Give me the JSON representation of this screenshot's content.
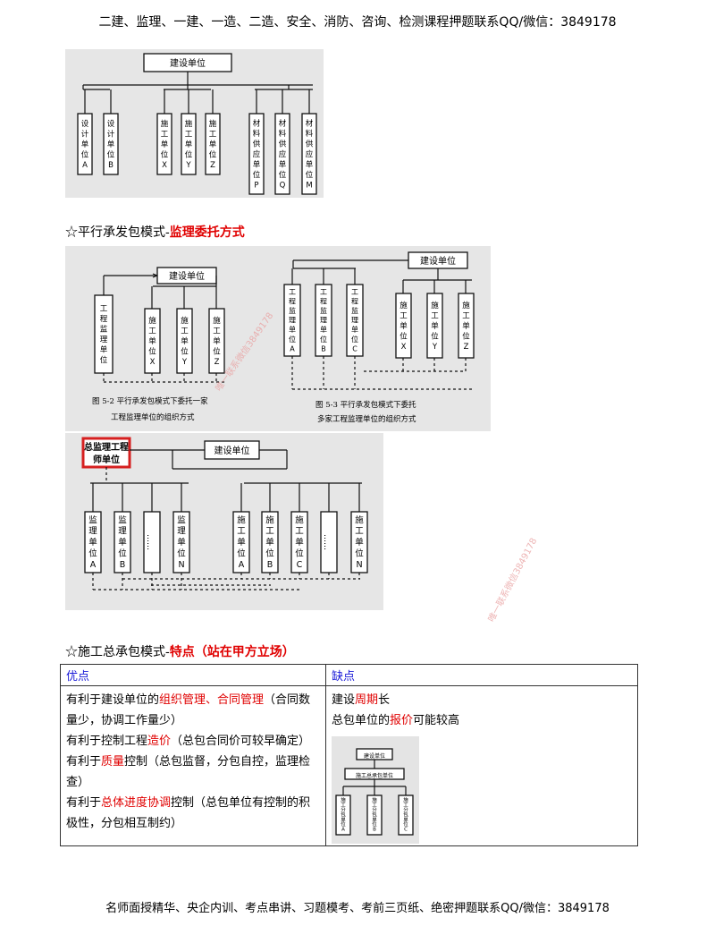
{
  "header": "二建、监理、一建、一造、二造、安全、消防、咨询、检测课程押题联系QQ/微信：3849178",
  "footer": "名师面授精华、央企内训、考点串讲、习题模考、考前三页纸、绝密押题联系QQ/微信：3849178",
  "fig1": {
    "owner": "建设单位",
    "units": [
      "设计单位A",
      "设计单位B",
      "施工单位X",
      "施工单位Y",
      "施工单位Z",
      "材料供应单位P",
      "材料供应单位Q",
      "材料供应单位M"
    ]
  },
  "heading1": {
    "prefix": "☆平行承发包模式-",
    "highlight": "监理委托方式"
  },
  "fig2": {
    "owner": "建设单位",
    "supervisor": "工程监理单位",
    "contractors": [
      "施工单位X",
      "施工单位Y",
      "施工单位Z"
    ],
    "caption_line1": "图 5-2   平行承发包模式下委托一家",
    "caption_line2": "工程监理单位的组织方式"
  },
  "fig3": {
    "owner": "建设单位",
    "supervisors": [
      "工程监理单位A",
      "工程监理单位B",
      "工程监理单位C"
    ],
    "contractors": [
      "施工单位X",
      "施工单位Y",
      "施工单位Z"
    ],
    "caption_line1": "图 5-3   平行承发包模式下委托",
    "caption_line2": "多家工程监理单位的组织方式"
  },
  "fig4": {
    "chief": "总监理工程师单位",
    "owner": "建设单位",
    "supervisors": [
      "监理单位A",
      "监理单位B",
      "……",
      "监理单位N"
    ],
    "contractors": [
      "施工单位A",
      "施工单位B",
      "施工单位C",
      "……",
      "施工单位N"
    ]
  },
  "heading2": {
    "prefix": "☆施工总承包模式-",
    "highlight": "特点（站在甲方立场）"
  },
  "table": {
    "pros_header": "优点",
    "cons_header": "缺点",
    "pros": [
      {
        "a": "有利于建设单位的",
        "r": "组织管理、合同管理",
        "b": "（合同数量少，协调工作量少）"
      },
      {
        "a": "有利于控制工程",
        "r": "造价",
        "b": "（总包合同价可较早确定）"
      },
      {
        "a": "有利于",
        "r": "质量",
        "b": "控制（总包监督，分包自控，监理检查）"
      },
      {
        "a": "有利于",
        "r": "总体进度协调",
        "b": "控制（总包单位有控制的积极性，分包相互制约）"
      }
    ],
    "cons": [
      {
        "a": "建设",
        "r": "周期",
        "b": "长"
      },
      {
        "a": "总包单位的",
        "r": "报价",
        "b": "可能较高"
      }
    ],
    "mini": {
      "owner": "建设单位",
      "general": "施工总承包单位",
      "subs": [
        "施工分包单位A",
        "施工分包单位B",
        "施工分包单位C"
      ]
    }
  },
  "watermarks": [
    "唯一联系微信3849178",
    "唯一联系微信3849178"
  ]
}
